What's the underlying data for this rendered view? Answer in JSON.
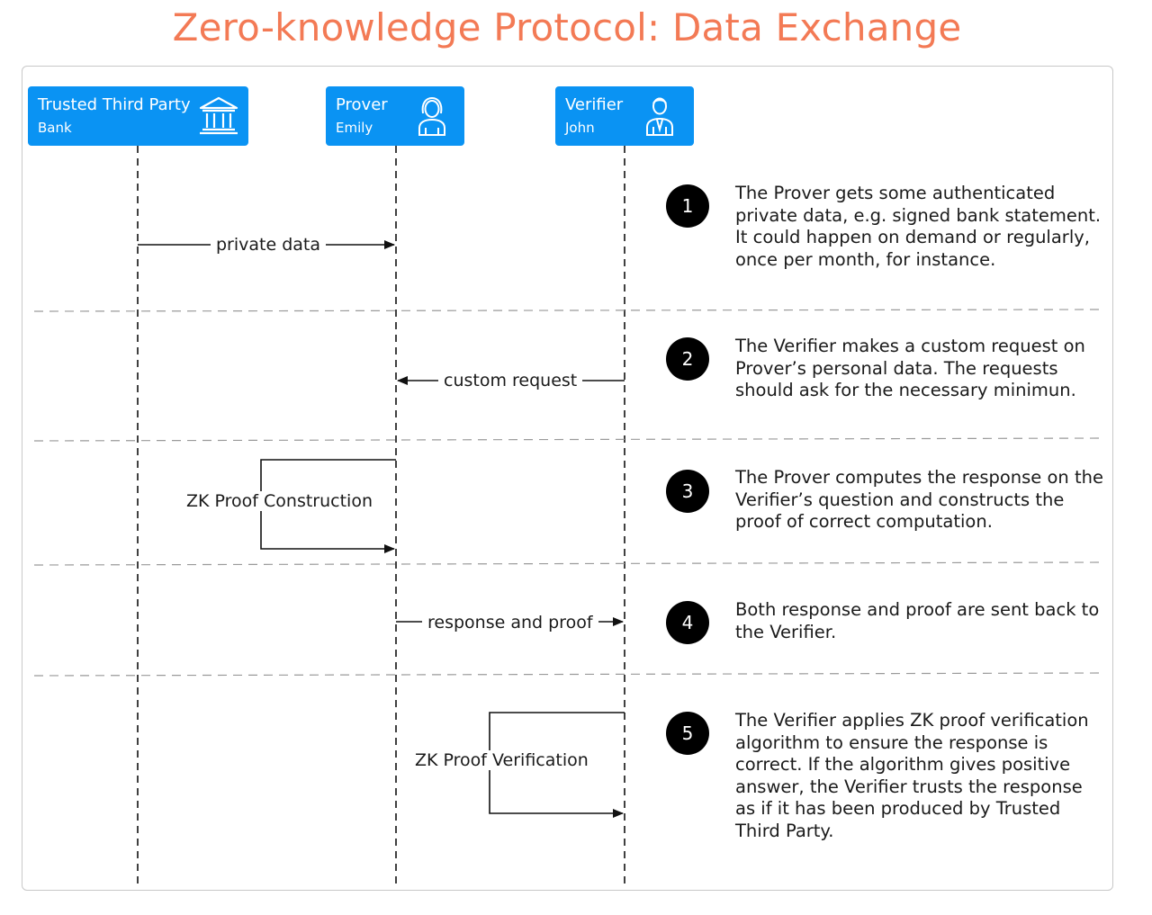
{
  "title": "Zero-knowledge Protocol: Data Exchange",
  "colors": {
    "title": "#f37a55",
    "actor_bg": "#0a93f3",
    "step_badge": "#000000"
  },
  "actors": [
    {
      "name": "Trusted Third Party",
      "sub": "Bank",
      "icon": "bank-icon"
    },
    {
      "name": "Prover",
      "sub": "Emily",
      "icon": "woman-icon"
    },
    {
      "name": "Verifier",
      "sub": "John",
      "icon": "man-icon"
    }
  ],
  "messages": {
    "private_data": "private data",
    "custom_request": "custom request",
    "zk_construction": "ZK Proof Construction",
    "response_proof": "response and proof",
    "zk_verification": "ZK Proof Verification"
  },
  "steps": [
    {
      "num": "1",
      "text": "The Prover gets some authenticated private data, e.g. signed bank statement. It could happen on demand or regularly, once per month, for instance."
    },
    {
      "num": "2",
      "text": "The Verifier makes a custom request on Prover’s personal data. The requests should ask for the necessary minimun."
    },
    {
      "num": "3",
      "text": "The Prover computes the response on the Verifier’s question and constructs the proof of correct computation."
    },
    {
      "num": "4",
      "text": "Both response and proof are sent back to the Verifier."
    },
    {
      "num": "5",
      "text": "The Verifier applies ZK proof verification algorithm to ensure the response is correct. If the algorithm gives positive answer, the Verifier trusts the response as if it has been produced by Trusted Third Party."
    }
  ]
}
